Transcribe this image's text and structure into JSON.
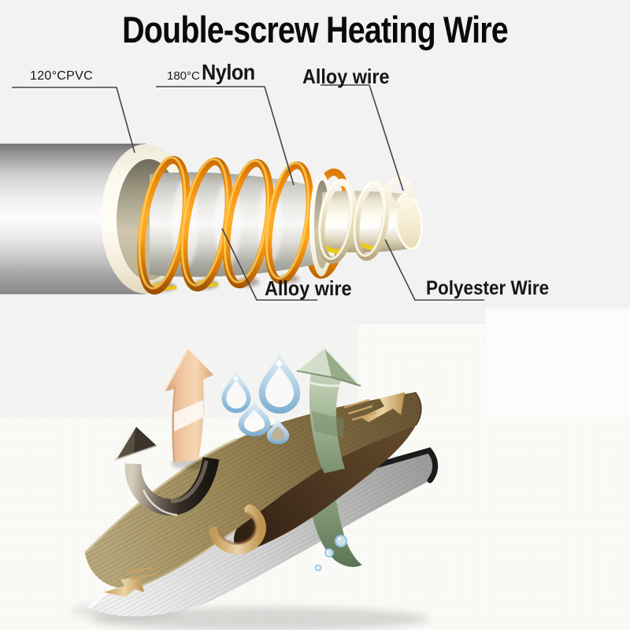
{
  "title": "Double-screw Heating Wire",
  "wire_diagram": {
    "labels": {
      "pvc": {
        "temp": "120°C",
        "material": "PVC"
      },
      "nylon": {
        "temp": "180°C",
        "material": "Nylon"
      },
      "alloy_top": {
        "text": "Alloy wire"
      },
      "alloy_bottom": {
        "text": "Alloy wire"
      },
      "polyester": {
        "text": "Polyester Wire"
      }
    }
  },
  "icons": {
    "water_drops": "water-drops-icon",
    "sweat_arrow_tan": "up-arrow-icon",
    "breathe_arrow_green": "bent-up-arrow-icon",
    "flex_arrow_dark": "curved-arrow-icon",
    "airflow_arrow_right": "small-gold-arrow-icon",
    "airflow_arrow_left": "small-gold-arrow-icon"
  },
  "colors": {
    "background_top": "#f2f2f2",
    "background_bottom": "#fbfbf8",
    "title_text": "#0b0b0b",
    "label_text": "#161616",
    "callout_line": "#454545",
    "alloy_coil_orange": "#f79311",
    "polyester_coil_cream": "#efe5c8",
    "pvc_sheath_cream": "#fbf7e9",
    "nylon_gray": "#e9e8e4",
    "metal_gray": "#bdbdbd",
    "fabric_top_khaki": "#99875c",
    "fabric_underside_brown": "#47331f",
    "fabric_bottom_gray": "#c7c7c7",
    "arrow_tan": "#edc09a",
    "arrow_green": "#a9bf9e",
    "arrow_dark": "#38302a",
    "arrow_gold": "#d0a868",
    "droplet_blue": "#8fb9d9"
  }
}
